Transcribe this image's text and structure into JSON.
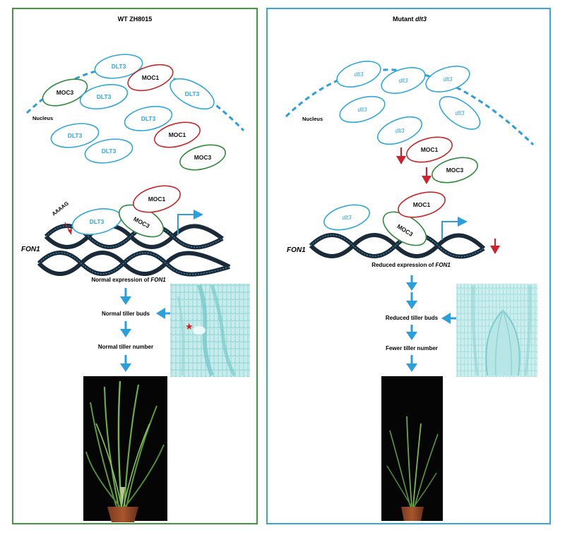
{
  "wt": {
    "title": "WT ZH8015",
    "nucleus": "Nucleus",
    "dlt3": "DLT3",
    "moc1": "MOC1",
    "moc3": "MOC3",
    "aaaag": "AAAAG",
    "fon1": "FON1",
    "expression_prefix": "Normal expression of ",
    "expression_gene": "FON1",
    "buds": "Normal tiller buds",
    "number": "Normal tiller number"
  },
  "mutant": {
    "title_prefix": "Mutant ",
    "title_gene": "dlt3",
    "nucleus": "Nucleus",
    "dlt3": "dlt3",
    "moc1": "MOC1",
    "moc3": "MOC3",
    "fon1": "FON1",
    "expression_prefix": "Reduced expression of ",
    "expression_gene": "FON1",
    "buds": "Reduced tiller buds",
    "number": "Fewer tiller number"
  },
  "colors": {
    "wt_border": "#3f9a3f",
    "mutant_border": "#3aa6dc",
    "dlt3": "#2fa8dc",
    "moc1": "#c8282c",
    "moc3": "#2f8a3a",
    "arrow_blue": "#2a9fdc",
    "arrow_red": "#d0202a",
    "star": "#e01a1a",
    "dna": "#1a2a38",
    "dna_stripe": "#3aa0d8"
  },
  "icons": {
    "tiller_section": "microscopy-section-image",
    "rice_plant": "rice-plant-photo"
  }
}
